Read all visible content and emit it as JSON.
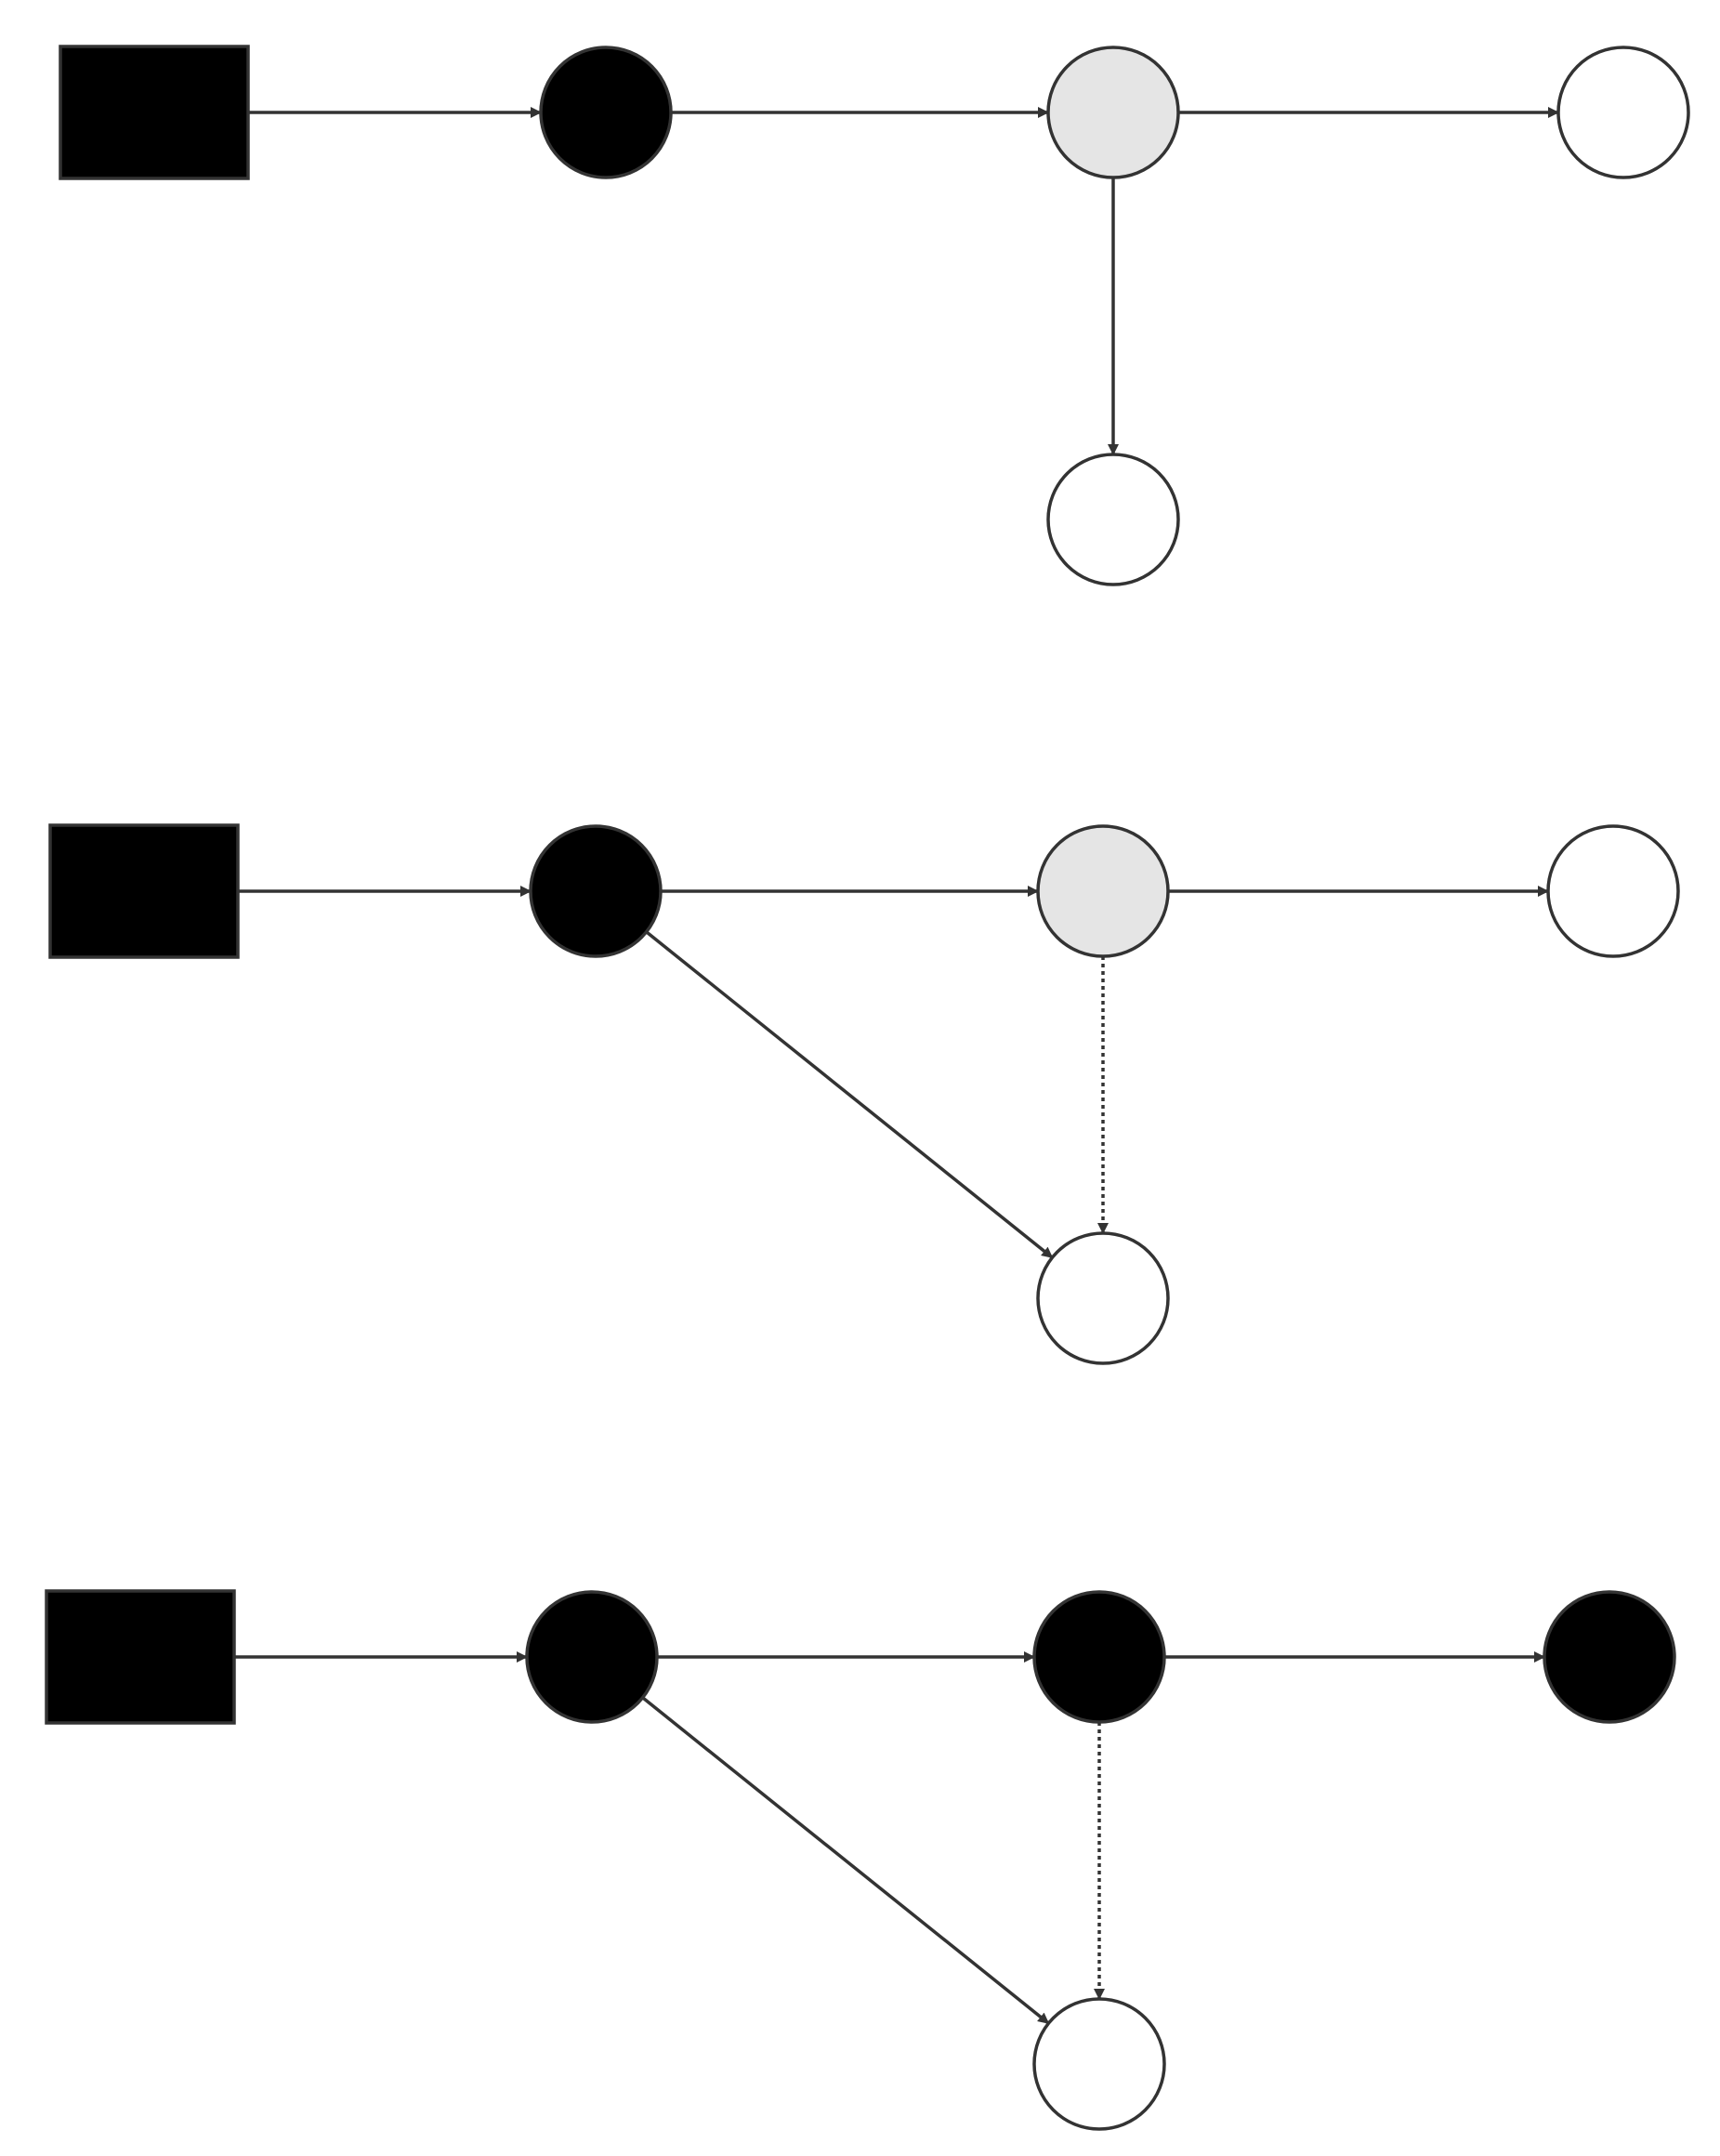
{
  "colors": {
    "stroke": "#333333",
    "fill_black": "#000000",
    "fill_gray": "#e5e5e5",
    "fill_white": "#ffffff",
    "background": "#ffffff"
  },
  "diagrams": [
    {
      "id": "diagram-1",
      "nodes": [
        {
          "id": "s",
          "shape": "square",
          "fill": "black"
        },
        {
          "id": "a",
          "shape": "circle",
          "fill": "black"
        },
        {
          "id": "b",
          "shape": "circle",
          "fill": "gray"
        },
        {
          "id": "c",
          "shape": "circle",
          "fill": "white"
        },
        {
          "id": "d",
          "shape": "circle",
          "fill": "white"
        }
      ],
      "edges": [
        {
          "from": "s",
          "to": "a",
          "style": "solid"
        },
        {
          "from": "a",
          "to": "b",
          "style": "solid"
        },
        {
          "from": "b",
          "to": "c",
          "style": "solid"
        },
        {
          "from": "b",
          "to": "d",
          "style": "solid"
        }
      ]
    },
    {
      "id": "diagram-2",
      "nodes": [
        {
          "id": "s",
          "shape": "square",
          "fill": "black"
        },
        {
          "id": "a",
          "shape": "circle",
          "fill": "black"
        },
        {
          "id": "b",
          "shape": "circle",
          "fill": "gray"
        },
        {
          "id": "c",
          "shape": "circle",
          "fill": "white"
        },
        {
          "id": "d",
          "shape": "circle",
          "fill": "white"
        }
      ],
      "edges": [
        {
          "from": "s",
          "to": "a",
          "style": "solid"
        },
        {
          "from": "a",
          "to": "b",
          "style": "solid"
        },
        {
          "from": "b",
          "to": "c",
          "style": "solid"
        },
        {
          "from": "a",
          "to": "d",
          "style": "solid"
        },
        {
          "from": "b",
          "to": "d",
          "style": "dotted"
        }
      ]
    },
    {
      "id": "diagram-3",
      "nodes": [
        {
          "id": "s",
          "shape": "square",
          "fill": "black"
        },
        {
          "id": "a",
          "shape": "circle",
          "fill": "black"
        },
        {
          "id": "b",
          "shape": "circle",
          "fill": "black"
        },
        {
          "id": "c",
          "shape": "circle",
          "fill": "black"
        },
        {
          "id": "d",
          "shape": "circle",
          "fill": "white"
        }
      ],
      "edges": [
        {
          "from": "s",
          "to": "a",
          "style": "solid"
        },
        {
          "from": "a",
          "to": "b",
          "style": "solid"
        },
        {
          "from": "b",
          "to": "c",
          "style": "solid"
        },
        {
          "from": "a",
          "to": "d",
          "style": "solid"
        },
        {
          "from": "b",
          "to": "d",
          "style": "dotted"
        }
      ]
    }
  ]
}
